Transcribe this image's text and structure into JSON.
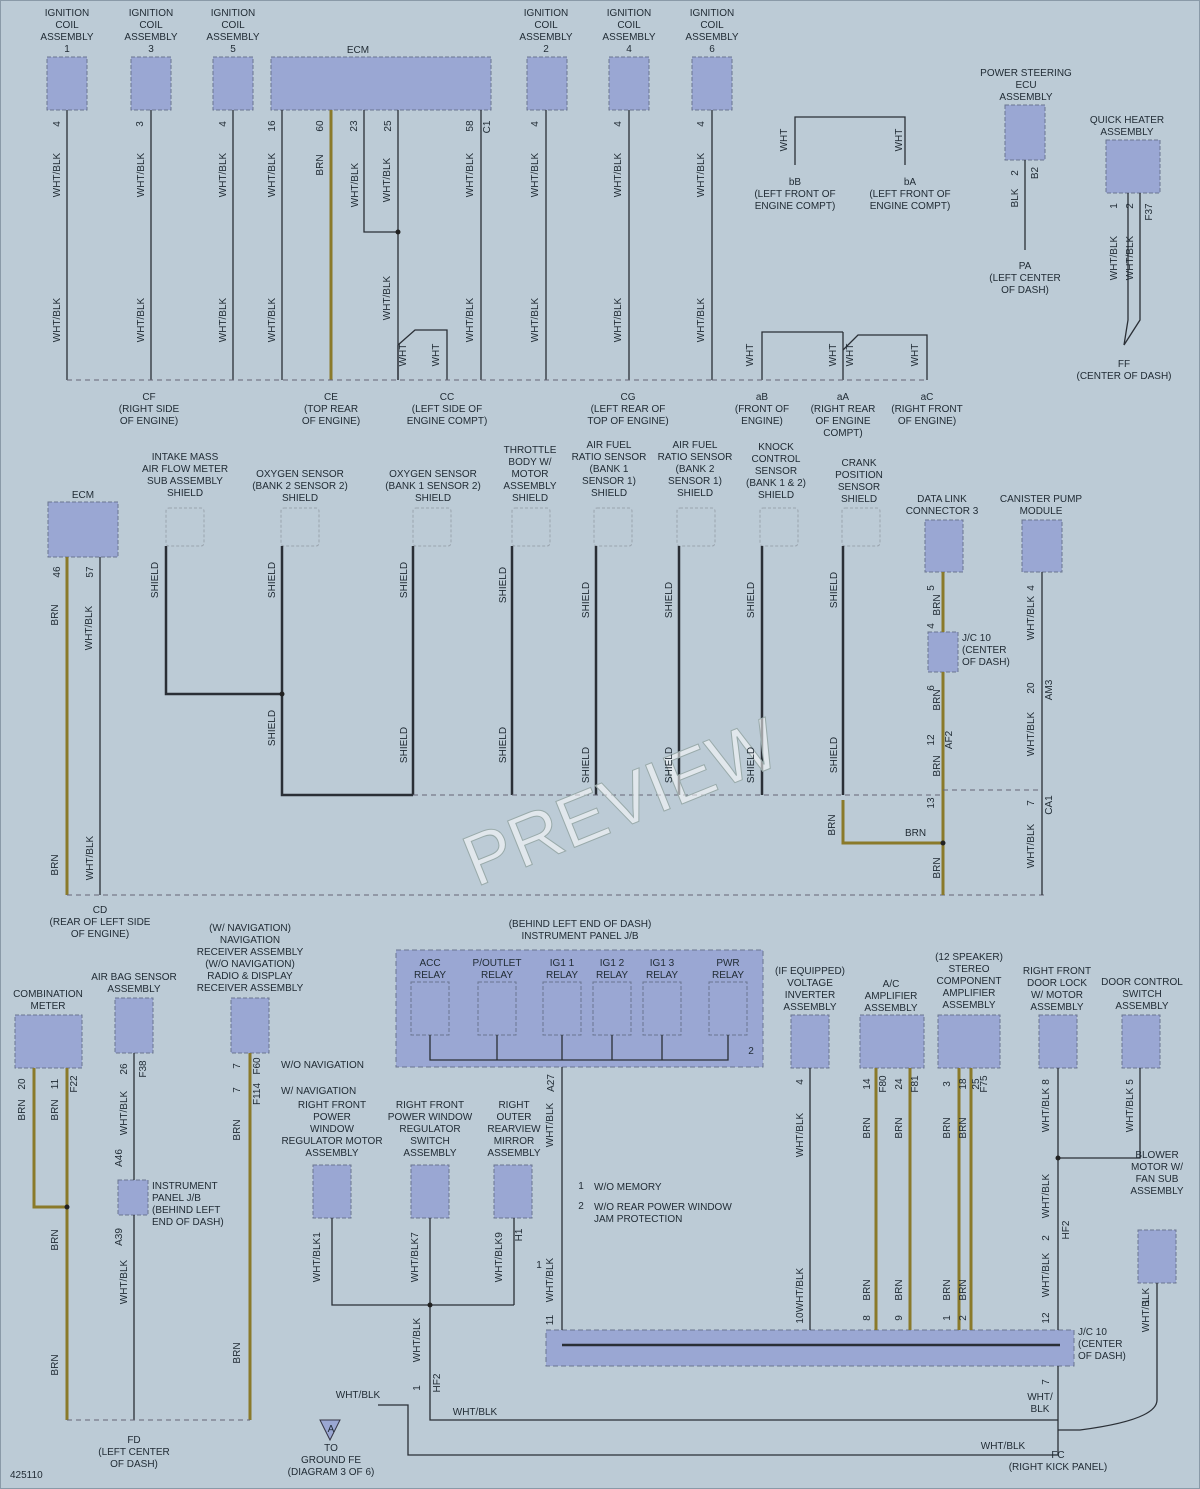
{
  "components": {
    "ign1": "IGNITION\nCOIL\nASSEMBLY\n1",
    "ign3": "IGNITION\nCOIL\nASSEMBLY\n3",
    "ign5": "IGNITION\nCOIL\nASSEMBLY\n5",
    "ecm_top": "ECM",
    "ign2": "IGNITION\nCOIL\nASSEMBLY\n2",
    "ign4": "IGNITION\nCOIL\nASSEMBLY\n4",
    "ign6": "IGNITION\nCOIL\nASSEMBLY\n6",
    "ps_ecu": "POWER STEERING\nECU\nASSEMBLY",
    "quick_heater": "QUICK HEATER\nASSEMBLY",
    "ecm_mid": "ECM",
    "maf": "INTAKE MASS\nAIR FLOW METER\nSUB ASSEMBLY\nSHIELD",
    "o2_b2s2": "OXYGEN SENSOR\n(BANK 2 SENSOR 2)\nSHIELD",
    "o2_b1s2": "OXYGEN SENSOR\n(BANK 1 SENSOR 2)\nSHIELD",
    "throttle": "THROTTLE\nBODY W/\nMOTOR\nASSEMBLY\nSHIELD",
    "af_b1": "AIR FUEL\nRATIO SENSOR\n(BANK 1\nSENSOR 1)\nSHIELD",
    "af_b2": "AIR FUEL\nRATIO SENSOR\n(BANK 2\nSENSOR 1)\nSHIELD",
    "knock": "KNOCK\nCONTROL\nSENSOR\n(BANK 1 & 2)\nSHIELD",
    "crank": "CRANK\nPOSITION\nSENSOR\nSHIELD",
    "dlc3": "DATA LINK\nCONNECTOR 3",
    "canister": "CANISTER PUMP\nMODULE",
    "jc10_mid": "J/C 10\n(CENTER\nOF DASH)",
    "combo_meter": "COMBINATION\nMETER",
    "airbag": "AIR BAG SENSOR\nASSEMBLY",
    "nav": "(W/ NAVIGATION)\nNAVIGATION\nRECEIVER ASSEMBLY\n(W/O NAVIGATION)\nRADIO & DISPLAY\nRECEIVER ASSEMBLY",
    "ip_jb_title": "(BEHIND LEFT END OF DASH)\nINSTRUMENT PANEL J/B",
    "relay_acc": "ACC\nRELAY",
    "relay_poutlet": "P/OUTLET\nRELAY",
    "relay_ig11": "IG1 1\nRELAY",
    "relay_ig12": "IG1 2\nRELAY",
    "relay_ig13": "IG1 3\nRELAY",
    "relay_pwr": "PWR\nRELAY",
    "voltage_inv": "(IF EQUIPPED)\nVOLTAGE\nINVERTER\nASSEMBLY",
    "ac_amp": "A/C\nAMPLIFIER\nASSEMBLY",
    "stereo": "(12 SPEAKER)\nSTEREO\nCOMPONENT\nAMPLIFIER\nASSEMBLY",
    "rf_door_lock": "RIGHT FRONT\nDOOR LOCK\nW/ MOTOR\nASSEMBLY",
    "door_ctrl": "DOOR CONTROL\nSWITCH\nASSEMBLY",
    "rf_pw_motor": "RIGHT FRONT\nPOWER\nWINDOW\nREGULATOR MOTOR\nASSEMBLY",
    "rf_pw_switch": "RIGHT FRONT\nPOWER WINDOW\nREGULATOR\nSWITCH\nASSEMBLY",
    "r_mirror": "RIGHT\nOUTER\nREARVIEW\nMIRROR\nASSEMBLY",
    "blower": "BLOWER\nMOTOR W/\nFAN SUB\nASSEMBLY",
    "ip_jb_side": "INSTRUMENT\nPANEL J/B\n(BEHIND LEFT\nEND OF DASH)",
    "jc10_bot": "J/C 10\n(CENTER\nOF DASH)"
  },
  "grounds": {
    "cf": "CF\n(RIGHT SIDE\nOF ENGINE)",
    "ce": "CE\n(TOP REAR\nOF ENGINE)",
    "cc": "CC\n(LEFT SIDE OF\nENGINE COMPT)",
    "cg": "CG\n(LEFT REAR OF\nTOP OF ENGINE)",
    "ab": "aB\n(FRONT OF\nENGINE)",
    "aa": "aA\n(RIGHT REAR\nOF ENGINE\nCOMPT)",
    "ac": "aC\n(RIGHT FRONT\nOF ENGINE)",
    "bb": "bB\n(LEFT FRONT OF\nENGINE COMPT)",
    "ba": "bA\n(LEFT FRONT OF\nENGINE COMPT)",
    "pa": "PA\n(LEFT CENTER\nOF DASH)",
    "ff": "FF\n(CENTER OF DASH)",
    "cd": "CD\n(REAR OF LEFT SIDE\nOF ENGINE)",
    "fd": "FD\n(LEFT CENTER\nOF DASH)",
    "fc": "FC\n(RIGHT KICK PANEL)",
    "to_fe": "TO\nGROUND FE\n(DIAGRAM 3 OF 6)"
  },
  "wires": {
    "wht_blk": "WHT/BLK",
    "brn": "BRN",
    "wht": "WHT",
    "blk": "BLK",
    "shield": "SHIELD",
    "wht_slash_blk": "WHT/\nBLK"
  },
  "pins": {
    "p4": "4",
    "p3": "3",
    "p5": "5",
    "p16": "16",
    "p60": "60",
    "p23": "23",
    "p25": "25",
    "p58": "58",
    "p2": "2",
    "p1": "1",
    "p46": "46",
    "p57": "57",
    "p6": "6",
    "p12": "12",
    "p13": "13",
    "p20": "20",
    "p7": "7",
    "p11": "11",
    "p26": "26",
    "p14": "14",
    "p24": "24",
    "p18": "18",
    "p8": "8",
    "p9": "9",
    "p10": "10",
    "p27": "A27",
    "pA46": "A46",
    "pA39": "A39"
  },
  "connectors": {
    "c1": "C1",
    "b2": "B2",
    "f37": "F37",
    "af2": "AF2",
    "am3": "AM3",
    "ca1": "CA1",
    "f22": "F22",
    "f38": "F38",
    "f60": "F60",
    "f114": "F114",
    "f80": "F80",
    "f81": "F81",
    "f75": "F75",
    "hf2": "HF2",
    "h1": "H1"
  },
  "notes": {
    "wo_nav": "W/O NAVIGATION",
    "w_nav": "W/ NAVIGATION",
    "n1": "1",
    "n1_text": "W/O MEMORY",
    "n2": "2",
    "n2_text": "W/O REAR POWER WINDOW\nJAM PROTECTION",
    "gnd_a": "A"
  },
  "footer": {
    "diagram_id": "425110"
  },
  "watermark": "PREVIEW",
  "colors": {
    "background": "#bccbd6",
    "component": "#9aa7d3",
    "wire": "#2a2f36",
    "brn_wire": "#8a7a2a"
  }
}
